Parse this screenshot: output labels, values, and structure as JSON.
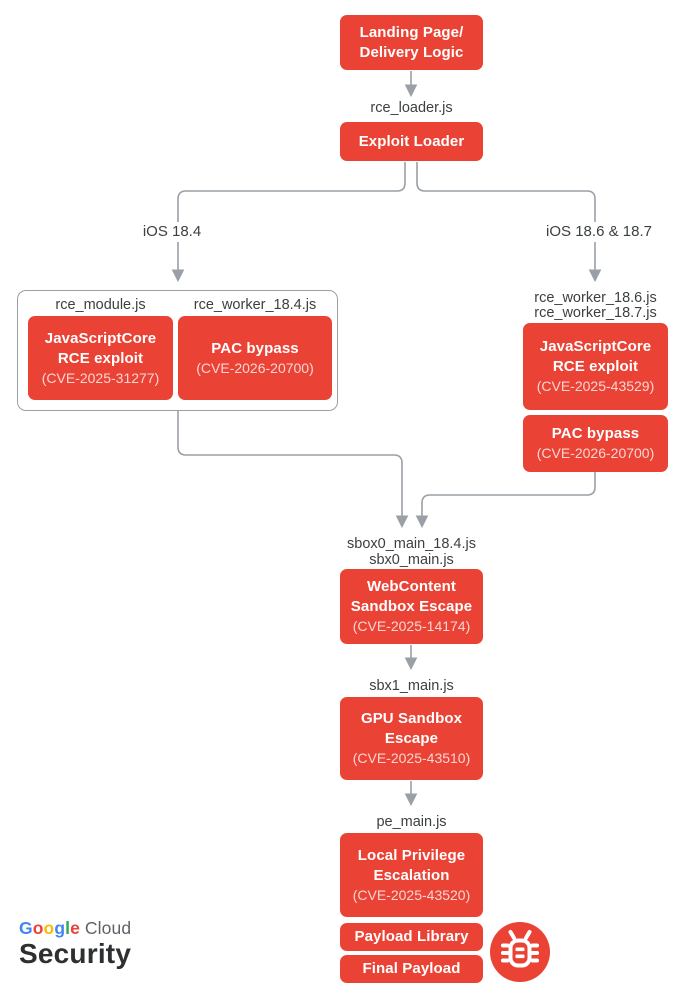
{
  "colors": {
    "box_red": "#EA4335",
    "line_gray": "#9AA0A6",
    "label_dark": "#3C4043",
    "cve_text": "rgba(255,255,255,0.78)",
    "google_blue": "#4285F4",
    "google_red": "#EA4335",
    "google_yellow": "#FBBC05",
    "google_green": "#34A853",
    "cloud_gray": "#5F6368"
  },
  "icons": {
    "bug": "bug-icon"
  },
  "nodes": {
    "landing": {
      "title": "Landing Page/\nDelivery Logic"
    },
    "loader_file": "rce_loader.js",
    "exploit_loader": {
      "title": "Exploit Loader"
    }
  },
  "branches": {
    "left": {
      "label": "iOS 18.4"
    },
    "right": {
      "label": "iOS 18.6 & 18.7"
    }
  },
  "left_group": {
    "file_module": "rce_module.js",
    "file_worker": "rce_worker_18.4.js",
    "jsc": {
      "title": "JavaScriptCore\nRCE exploit",
      "cve": "(CVE-2025-31277)"
    },
    "pac": {
      "title": "PAC bypass",
      "cve": "(CVE-2026-20700)"
    }
  },
  "right_group": {
    "file_worker_186": "rce_worker_18.6.js",
    "file_worker_187": "rce_worker_18.7.js",
    "jsc": {
      "title": "JavaScriptCore\nRCE exploit",
      "cve": "(CVE-2025-43529)"
    },
    "pac": {
      "title": "PAC bypass",
      "cve": "(CVE-2026-20700)"
    }
  },
  "chain": {
    "sbox_file1": "sbox0_main_18.4.js",
    "sbox_file2": "sbx0_main.js",
    "webcontent": {
      "title": "WebContent\nSandbox Escape",
      "cve": "(CVE-2025-14174)"
    },
    "sbx1_file": "sbx1_main.js",
    "gpu": {
      "title": "GPU Sandbox\nEscape",
      "cve": "(CVE-2025-43510)"
    },
    "pe_file": "pe_main.js",
    "lpe": {
      "title": "Local Privilege\nEscalation",
      "cve": "(CVE-2025-43520)"
    },
    "payload_library": "Payload Library",
    "final_payload": "Final Payload"
  },
  "footer": {
    "google_letters": [
      "G",
      "o",
      "o",
      "g",
      "l",
      "e"
    ],
    "cloud": "Cloud",
    "security": "Security"
  }
}
